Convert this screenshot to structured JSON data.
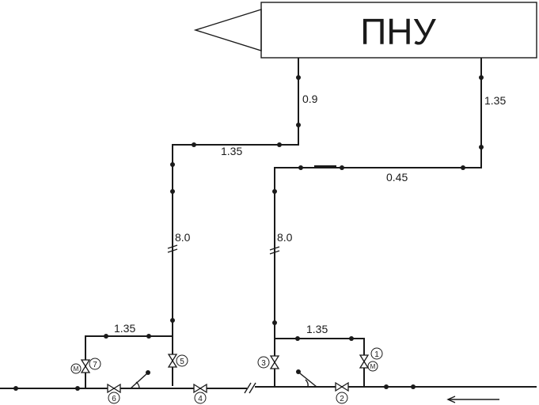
{
  "unit_title": "ПНУ",
  "pipe_labels": {
    "left_riser_top": "0.9",
    "right_riser_top": "1.35",
    "left_horizontal": "1.35",
    "right_horizontal": "0.45",
    "left_vertical": "8.0",
    "right_vertical": "8.0",
    "left_bypass": "1.35",
    "right_bypass": "1.35"
  },
  "valves": {
    "v1": "1",
    "v2": "2",
    "v3": "3",
    "v4": "4",
    "v5": "5",
    "v6": "6",
    "v7": "7"
  },
  "motor_label": "М"
}
